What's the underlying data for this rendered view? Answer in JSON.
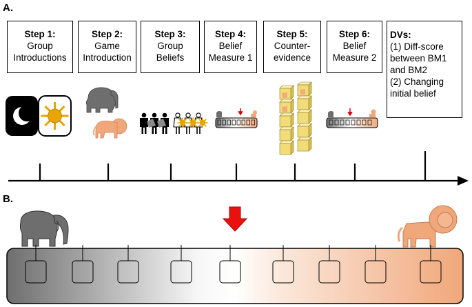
{
  "panel_a_label": "A.",
  "panel_b_label": "B.",
  "steps": [
    {
      "title": "Step 1:",
      "lines": [
        "Group",
        "Introductions"
      ]
    },
    {
      "title": "Step 2:",
      "lines": [
        "Game",
        "Introduction"
      ]
    },
    {
      "title": "Step 3:",
      "lines": [
        "Group",
        "Beliefs"
      ]
    },
    {
      "title": "Step 4:",
      "lines": [
        "Belief",
        "Measure 1"
      ]
    },
    {
      "title": "Step 5:",
      "lines": [
        "Counter-",
        "evidence"
      ]
    },
    {
      "title": "Step 6:",
      "lines": [
        "Belief",
        "Measure 2"
      ]
    }
  ],
  "dvs": {
    "title": "DVs:",
    "lines": [
      "(1) Diff-score",
      "between BM1",
      "and BM2",
      "(2) Changing",
      "initial belief"
    ]
  },
  "icons": {
    "group_symbols": [
      "moon-icon",
      "sun-icon"
    ],
    "animals": [
      "elephant-icon",
      "lion-icon"
    ],
    "arrow": "down-arrow-icon"
  },
  "colors": {
    "elephant_gray": "#6e6e6e",
    "lion_orange": "#f0a77a",
    "arrow_red": "#e8110d",
    "block_yellow": "#f2dc78"
  },
  "scale_slot_count": 9
}
